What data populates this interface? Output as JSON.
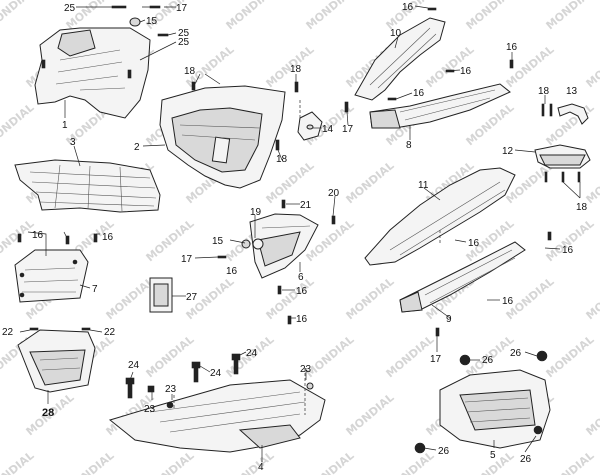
{
  "watermark": "MONDIAL",
  "callouts": [
    "1",
    "2",
    "3",
    "4",
    "5",
    "6",
    "7",
    "8",
    "9",
    "10",
    "11",
    "12",
    "13",
    "14",
    "15",
    "16",
    "17",
    "18",
    "19",
    "20",
    "21",
    "22",
    "23",
    "24",
    "25",
    "26",
    "27",
    "28"
  ],
  "colors": {
    "line": "#222222",
    "fill": "#f4f4f4",
    "shade": "#d9d9d9",
    "watermark": "#c8c8c8"
  }
}
